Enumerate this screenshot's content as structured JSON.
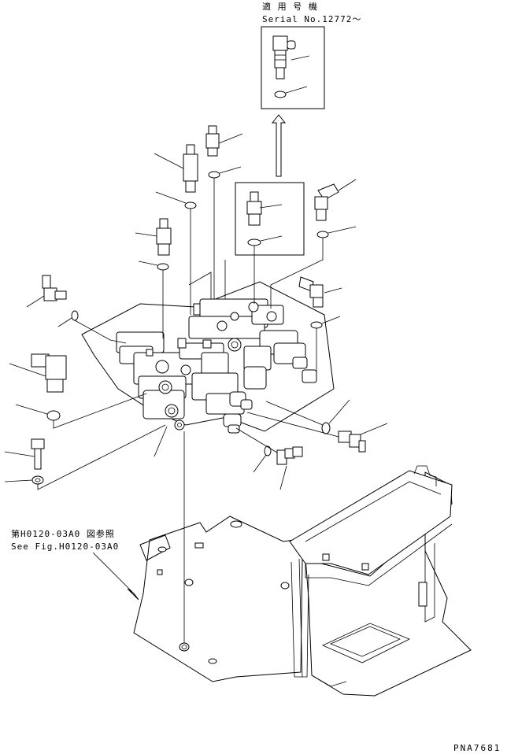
{
  "applicability": {
    "title": "適 用 号 機",
    "serial": "Serial No.12772～"
  },
  "reference": {
    "jp": "第H0120-03A0 図参照",
    "en": "See Fig.H0120-03A0"
  },
  "figure_id": "PNA7681"
}
